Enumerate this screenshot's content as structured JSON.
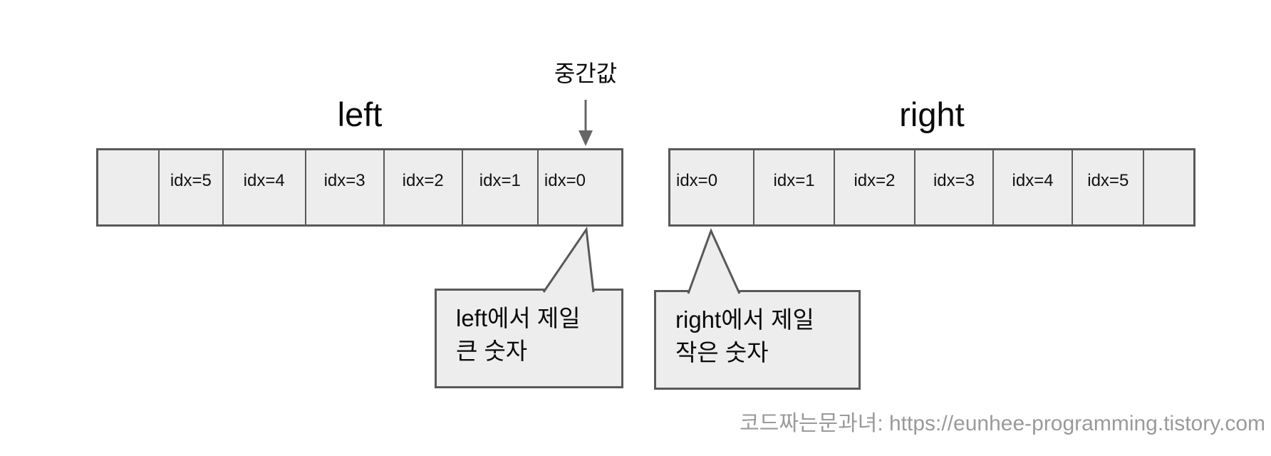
{
  "diagram": {
    "median_label": "중간값",
    "left_array": {
      "title": "left",
      "cells": [
        "",
        "idx=5",
        "idx=4",
        "idx=3",
        "idx=2",
        "idx=1",
        "idx=0"
      ]
    },
    "right_array": {
      "title": "right",
      "cells": [
        "idx=0",
        "idx=1",
        "idx=2",
        "idx=3",
        "idx=4",
        "idx=5",
        ""
      ]
    },
    "callouts": {
      "left": {
        "line1": "left에서 제일",
        "line2": "큰 숫자"
      },
      "right": {
        "line1": "right에서 제일",
        "line2": "작은 숫자"
      }
    },
    "watermark": "코드짜는문과녀: https://eunhee-programming.tistory.com",
    "colors": {
      "cell_fill": "#ededed",
      "border": "#595959",
      "arrow": "#666666",
      "watermark_text": "#9a9a9a",
      "background": "#ffffff"
    }
  }
}
